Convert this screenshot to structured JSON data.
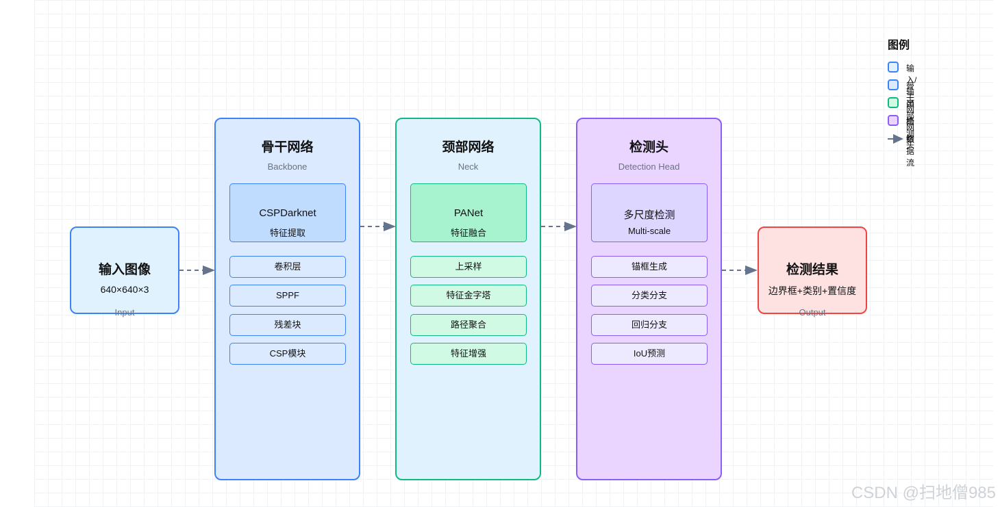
{
  "input_node": {
    "title": "输入图像",
    "detail": "640×640×3",
    "label": "Input"
  },
  "output_node": {
    "title": "检测结果",
    "detail": "边界框+类别+置信度",
    "label": "Output"
  },
  "stages": [
    {
      "title": "骨干网络",
      "subtitle": "Backbone",
      "main": {
        "line1": "CSPDarknet",
        "line2": "特征提取"
      },
      "items": [
        "卷积层",
        "SPPF",
        "残差块",
        "CSP模块"
      ],
      "colors": {
        "bg": "#dbeafe",
        "border": "#3b82f6",
        "main_bg": "#bfdbfe",
        "main_border": "#3b82f6",
        "item_bg": "#dbeafe",
        "item_border": "#3b82f6"
      }
    },
    {
      "title": "颈部网络",
      "subtitle": "Neck",
      "main": {
        "line1": "PANet",
        "line2": "特征融合"
      },
      "items": [
        "上采样",
        "特征金字塔",
        "路径聚合",
        "特征增强"
      ],
      "colors": {
        "bg": "#e0f2fe",
        "border": "#10b981",
        "main_bg": "#a7f3d0",
        "main_border": "#10b981",
        "item_bg": "#d1fae5",
        "item_border": "#10b981"
      }
    },
    {
      "title": "检测头",
      "subtitle": "Detection Head",
      "main": {
        "line1": "多尺度检测",
        "line2": "Multi-scale"
      },
      "items": [
        "锚框生成",
        "分类分支",
        "回归分支",
        "IoU预测"
      ],
      "colors": {
        "bg": "#e9d5ff",
        "border": "#8b5cf6",
        "main_bg": "#ddd6fe",
        "main_border": "#8b5cf6",
        "item_bg": "#ede9fe",
        "item_border": "#8b5cf6"
      }
    }
  ],
  "legend": {
    "title": "图例",
    "items": [
      {
        "label": "输入/输出",
        "kind": "box",
        "fill": "#e0f2fe",
        "stroke": "#3b82f6"
      },
      {
        "label": "骨干网络",
        "kind": "box",
        "fill": "#dbeafe",
        "stroke": "#3b82f6"
      },
      {
        "label": "颈部网络",
        "kind": "box",
        "fill": "#d1fae5",
        "stroke": "#10b981"
      },
      {
        "label": "检测头",
        "kind": "box",
        "fill": "#e9d5ff",
        "stroke": "#8b5cf6"
      },
      {
        "label": "数据流",
        "kind": "arrow",
        "stroke": "#64748b"
      }
    ]
  },
  "colors": {
    "input_bg": "#e0f2fe",
    "input_border": "#3b82f6",
    "output_bg": "#fee2e2",
    "output_border": "#ef4444",
    "arrow": "#64748b"
  },
  "watermark": "CSDN @扫地僧985"
}
